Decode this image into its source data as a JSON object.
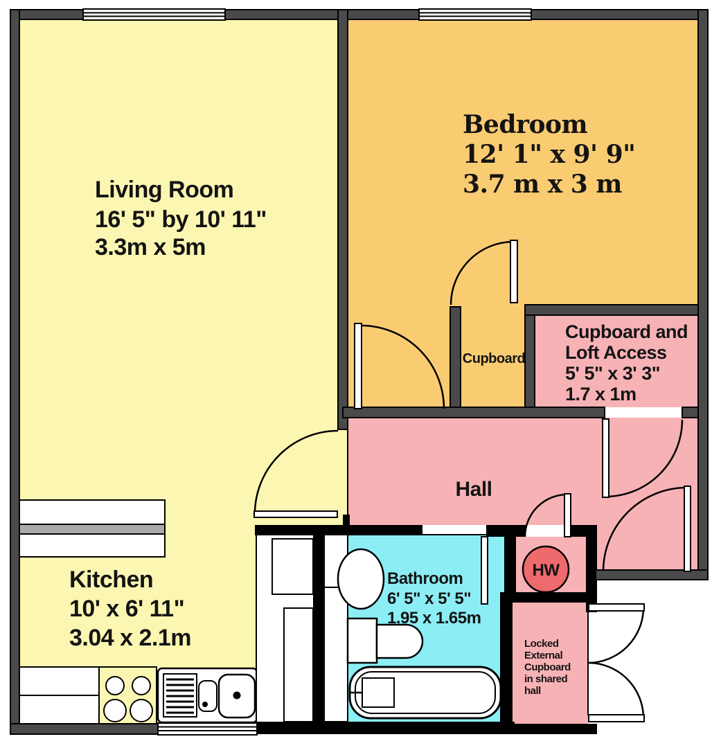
{
  "rooms": {
    "living": {
      "lines": [
        "Living Room",
        "16' 5\" by 10' 11\"",
        "3.3m x 5m"
      ]
    },
    "bedroom": {
      "lines": [
        "Bedroom",
        "12' 1\" x 9' 9\"",
        "3.7 m x 3 m"
      ]
    },
    "cupboard": {
      "label": "Cupboard"
    },
    "loft": {
      "lines": [
        "Cupboard and",
        "Loft Access",
        "5' 5\" x 3' 3\"",
        "1.7 x 1m"
      ]
    },
    "hall": {
      "label": "Hall"
    },
    "bathroom": {
      "lines": [
        "Bathroom",
        "6' 5\" x 5' 5\"",
        "1.95 x 1.65m"
      ]
    },
    "hw": {
      "label": "HW"
    },
    "kitchen": {
      "lines": [
        "Kitchen",
        "10' x 6' 11\"",
        "3.04 x 2.1m"
      ]
    },
    "locked": {
      "lines": [
        "Locked",
        "External",
        "Cupboard",
        "in shared",
        "hall"
      ]
    }
  },
  "colors": {
    "wall": "#4a4a4a",
    "living": "#FBF7B2",
    "bedroom": "#FACC72",
    "hall": "#F7B2B6",
    "bathroom": "#8BEEF5",
    "hw_tank": "#EF6A6C",
    "counter": "#AAAAAA",
    "white": "#FFFFFF"
  }
}
